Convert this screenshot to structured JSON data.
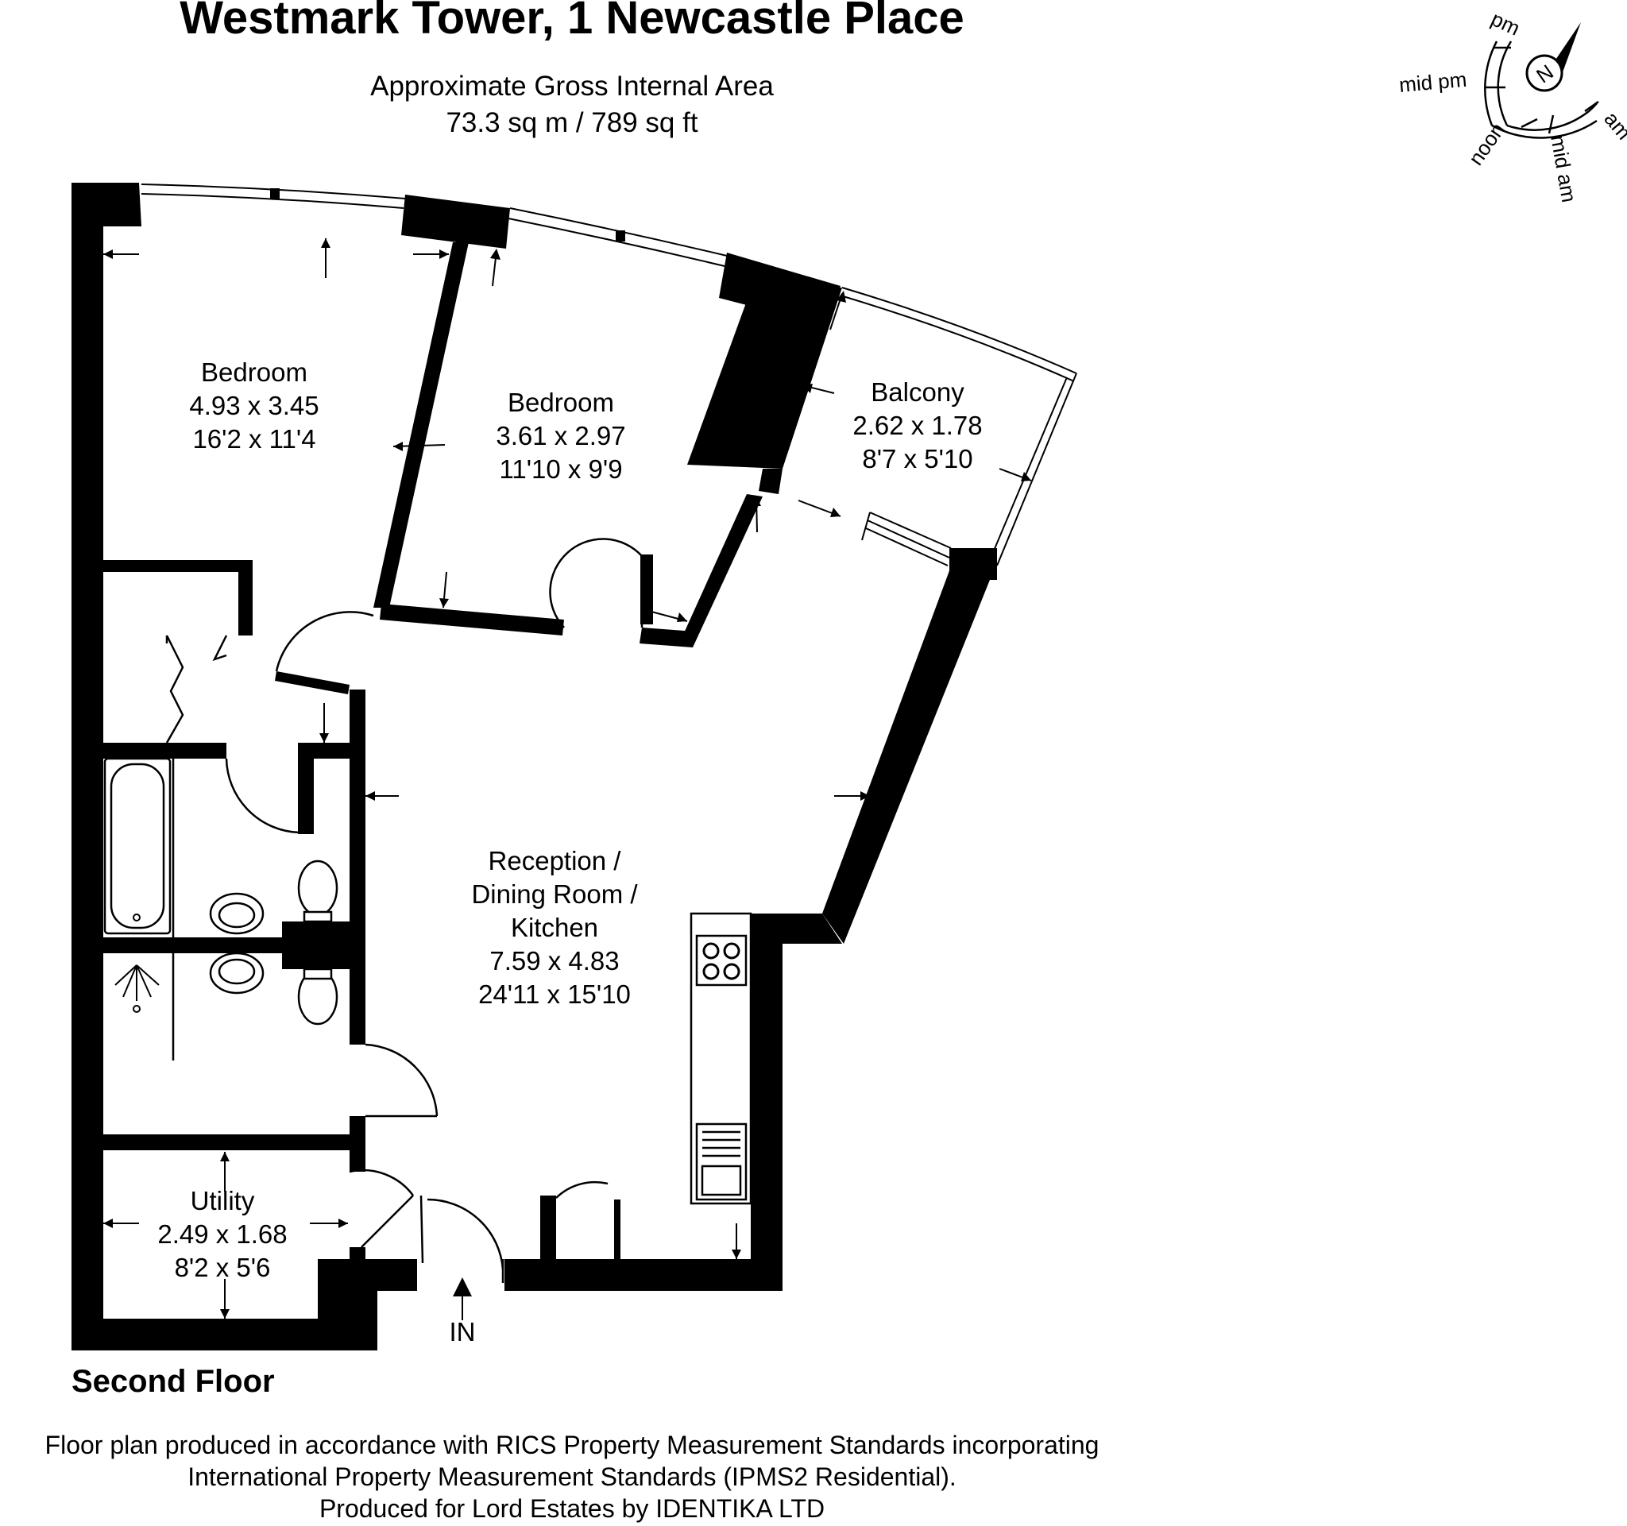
{
  "header": {
    "title": "Westmark Tower, 1 Newcastle Place",
    "area_label": "Approximate Gross Internal Area",
    "area_value": "73.3 sq m / 789 sq ft"
  },
  "compass": {
    "north": "N",
    "pm": "pm",
    "mid_pm": "mid pm",
    "noon": "noon",
    "mid_am": "mid am",
    "am": "am"
  },
  "rooms": {
    "bedroom1": {
      "name": "Bedroom",
      "metric": "4.93 x 3.45",
      "imperial": "16'2 x 11'4"
    },
    "bedroom2": {
      "name": "Bedroom",
      "metric": "3.61 x 2.97",
      "imperial": "11'10 x 9'9"
    },
    "balcony": {
      "name": "Balcony",
      "metric": "2.62 x 1.78",
      "imperial": "8'7 x 5'10"
    },
    "reception": {
      "line1": "Reception /",
      "line2": "Dining Room /",
      "line3": "Kitchen",
      "metric": "7.59 x 4.83",
      "imperial": "24'11 x 15'10"
    },
    "utility": {
      "name": "Utility",
      "metric": "2.49 x 1.68",
      "imperial": "8'2 x 5'6"
    }
  },
  "entrance": "IN",
  "floor_label": "Second Floor",
  "footer": {
    "line1": "Floor plan produced in accordance with RICS Property Measurement Standards incorporating",
    "line2": "International Property Measurement Standards (IPMS2 Residential).",
    "line3": "Produced for Lord Estates by IDENTIKA LTD"
  }
}
